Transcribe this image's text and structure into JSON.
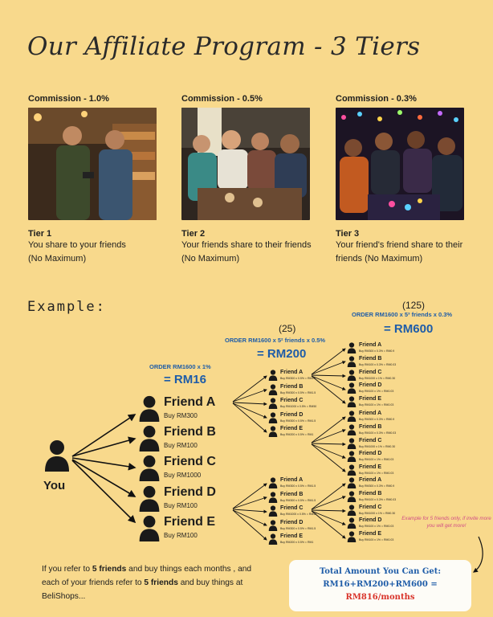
{
  "title": "Our Affiliate Program - 3 Tiers",
  "tiers": [
    {
      "commission": "Commission - 1.0%",
      "name": "Tier 1",
      "desc1": "You share to your friends",
      "desc2": "(No Maximum)"
    },
    {
      "commission": "Commission - 0.5%",
      "name": "Tier 2",
      "desc1": "Your friends share to their friends",
      "desc2": "(No Maximum)"
    },
    {
      "commission": "Commission - 0.3%",
      "name": "Tier 3",
      "desc1": "Your friend's friend share to their",
      "desc2": "friends (No Maximum)"
    }
  ],
  "example": {
    "label": "Example:",
    "you": "You",
    "tier1": {
      "formula": "ORDER RM1600 x 1%",
      "result": "= RM16"
    },
    "tier2": {
      "count": "(25)",
      "formula": "ORDER RM1600  x 5² friends x 0.5%",
      "result": "= RM200"
    },
    "tier3": {
      "count": "(125)",
      "formula": "ORDER RM1600 x 5³ friends x 0.3%",
      "result": "= RM600"
    },
    "friends": [
      {
        "name": "Friend A",
        "buy": "Buy RM300"
      },
      {
        "name": "Friend B",
        "buy": "Buy RM100"
      },
      {
        "name": "Friend C",
        "buy": "Buy RM1000"
      },
      {
        "name": "Friend D",
        "buy": "Buy RM100"
      },
      {
        "name": "Friend E",
        "buy": "Buy RM100"
      }
    ],
    "tier2_groups": [
      [
        {
          "name": "Friend A",
          "buy": "Buy RM300 x 0.5% = RM1.5"
        },
        {
          "name": "Friend B",
          "buy": "Buy RM300 x 0.5% = RM1.5"
        },
        {
          "name": "Friend C",
          "buy": "Buy RM1000 x 0.5% = RM50"
        },
        {
          "name": "Friend D",
          "buy": "Buy RM300 x 0.5% = RM1.5"
        },
        {
          "name": "Friend E",
          "buy": "Buy RM200 x 0.5% = RM1"
        }
      ],
      [
        {
          "name": "Friend A",
          "buy": "Buy RM300 x 0.5% = RM1.5"
        },
        {
          "name": "Friend B",
          "buy": "Buy RM300 x 0.5% = RM1.5"
        },
        {
          "name": "Friend C",
          "buy": "Buy RM1000 x 0.5% = RM50"
        },
        {
          "name": "Friend D",
          "buy": "Buy RM300 x 0.5% = RM1.5"
        },
        {
          "name": "Friend E",
          "buy": "Buy RM200 x 0.5% = RM1"
        }
      ]
    ],
    "tier3_groups": [
      [
        {
          "name": "Friend A",
          "buy": "Buy RM300 x 0.3% = RM0.9"
        },
        {
          "name": "Friend B",
          "buy": "Buy RM100 x 0.3% = RM0.03"
        },
        {
          "name": "Friend C",
          "buy": "Buy RM1000 x 1% = RM0.30"
        },
        {
          "name": "Friend D",
          "buy": "Buy RM100 x 1% = RM0.03"
        },
        {
          "name": "Friend E",
          "buy": "Buy RM100 x 1% = RM0.03"
        }
      ],
      [
        {
          "name": "Friend A",
          "buy": "Buy RM300 x 0.3% = RM0.9"
        },
        {
          "name": "Friend B",
          "buy": "Buy RM100 x 0.3% = RM0.03"
        },
        {
          "name": "Friend C",
          "buy": "Buy RM1000 x 1% = RM0.30"
        },
        {
          "name": "Friend D",
          "buy": "Buy RM100 x 1% = RM0.03"
        },
        {
          "name": "Friend E",
          "buy": "Buy RM100 x 1% = RM0.03"
        }
      ],
      [
        {
          "name": "Friend A",
          "buy": "Buy RM300 x 0.3% = RM0.9"
        },
        {
          "name": "Friend B",
          "buy": "Buy RM100 x 0.3% = RM0.03"
        },
        {
          "name": "Friend C",
          "buy": "Buy RM1000 x 1% = RM0.30"
        },
        {
          "name": "Friend D",
          "buy": "Buy RM100 x 1% = RM0.03"
        },
        {
          "name": "Friend E",
          "buy": "Buy RM100 x 1% = RM0.03"
        }
      ]
    ]
  },
  "note": "Example for 5 friends only, if invite more you will get more!",
  "footer": {
    "pre1": "If you refer to ",
    "bold1": "5 friends",
    "post1": " and buy things each months , and each of your friends refer to ",
    "bold2": "5 friends",
    "post2": " and buy things at BeliShops..."
  },
  "total": {
    "label": "Total Amount You Can Get:",
    "sum": "RM16+RM200+RM600 =",
    "result": "RM816/months"
  },
  "colors": {
    "background": "#f8d98c",
    "formula_blue": "#1e5ca8",
    "result_red": "#d9342b",
    "note_pink": "#d14d86"
  }
}
